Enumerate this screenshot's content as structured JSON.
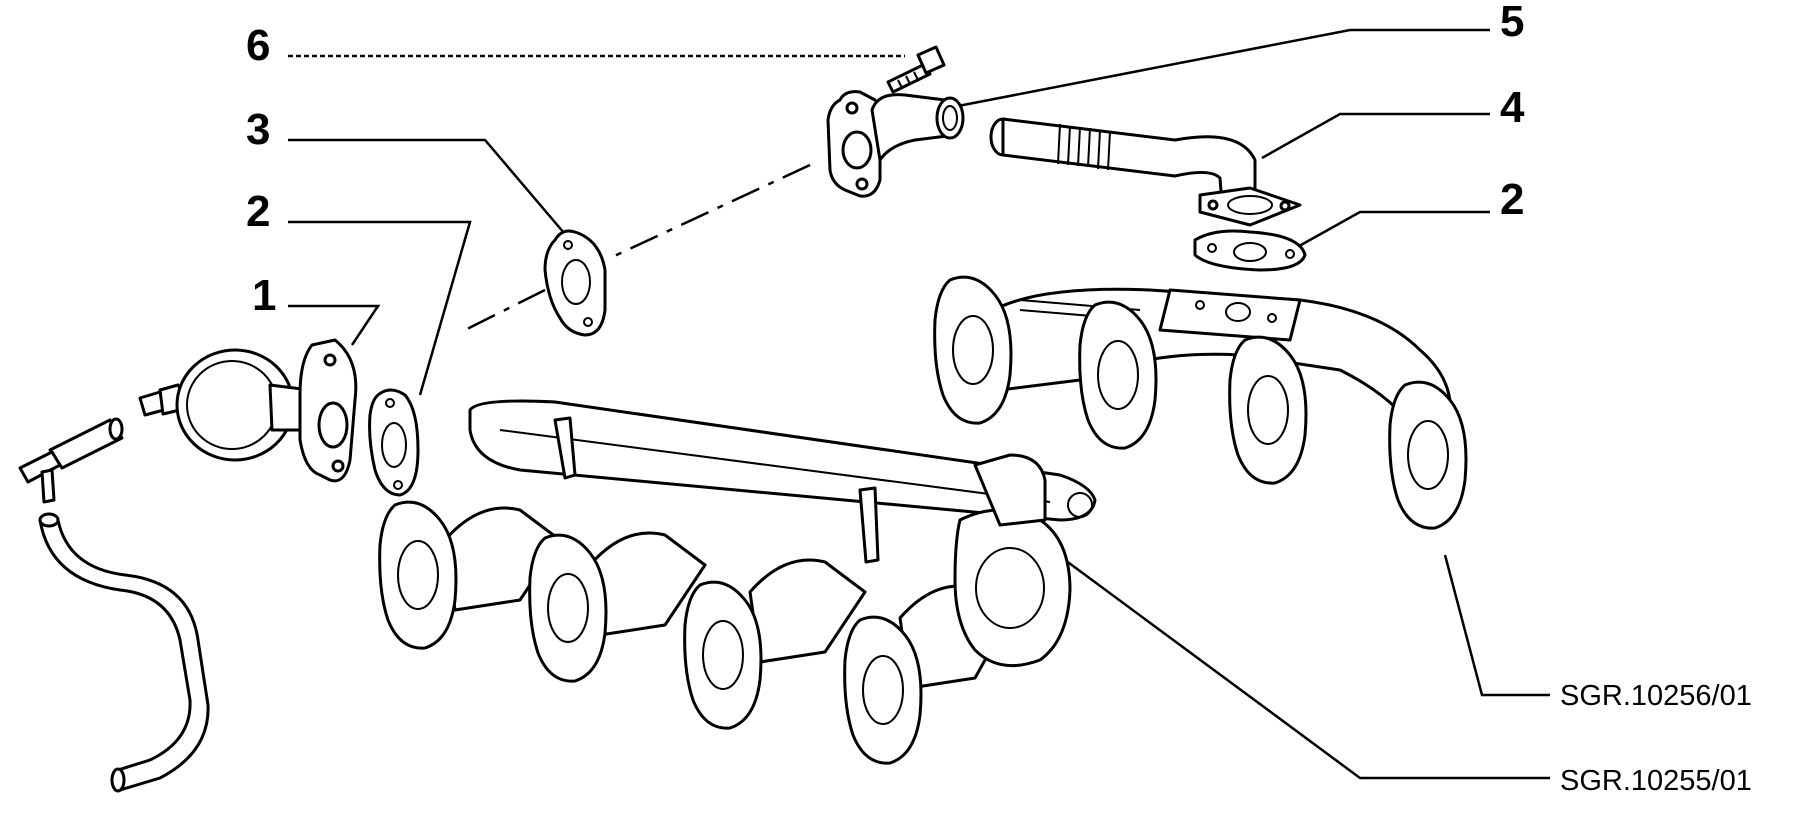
{
  "callouts": {
    "n6": "6",
    "n5": "5",
    "n4": "4",
    "n3": "3",
    "n2a": "2",
    "n2b": "2",
    "n1": "1"
  },
  "part_codes": {
    "upper_manifold": "SGR.10256/01",
    "lower_manifold": "SGR.10255/01"
  }
}
